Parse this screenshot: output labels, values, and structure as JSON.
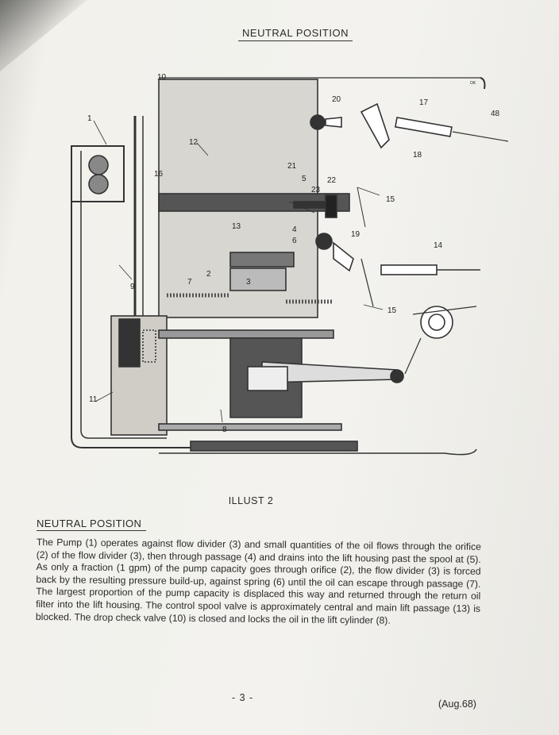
{
  "header": {
    "title": "NEUTRAL POSITION"
  },
  "diagram": {
    "callouts": {
      "c10": "10",
      "c1": "1",
      "c12": "12",
      "c16": "16",
      "c20": "20",
      "c17": "17",
      "c48": "48",
      "c18": "18",
      "c21": "21",
      "c5": "5",
      "c22": "22",
      "c23": "23",
      "c15a": "15",
      "c13": "13",
      "c4": "4",
      "c6": "6",
      "c19": "19",
      "c14": "14",
      "c9": "9",
      "c7": "7",
      "c2": "2",
      "c3": "3",
      "c15b": "15",
      "c11": "11",
      "c8": "8",
      "corner_mark": "OK"
    }
  },
  "caption": {
    "illustration_label": "ILLUST 2"
  },
  "section": {
    "heading": "NEUTRAL POSITION",
    "paragraph": "The Pump (1) operates against flow divider (3) and small quantities of the oil flows through the orifice (2) of the flow divider (3), then through passage (4) and drains into the lift housing past the spool at (5). As only a fraction (1 gpm) of the pump capacity goes through orifice (2), the flow divider (3) is forced back by the resulting pressure build-up, against spring (6) until the oil can escape through passage (7). The largest proportion of the pump capacity is displaced this way and returned through the return oil filter into the lift housing. The control spool valve is approximately central and main lift passage (13) is blocked. The drop check valve (10) is closed and locks the oil in the lift cylinder (8)."
  },
  "footer": {
    "page_number": "- 3 -",
    "date": "(Aug.68)"
  }
}
